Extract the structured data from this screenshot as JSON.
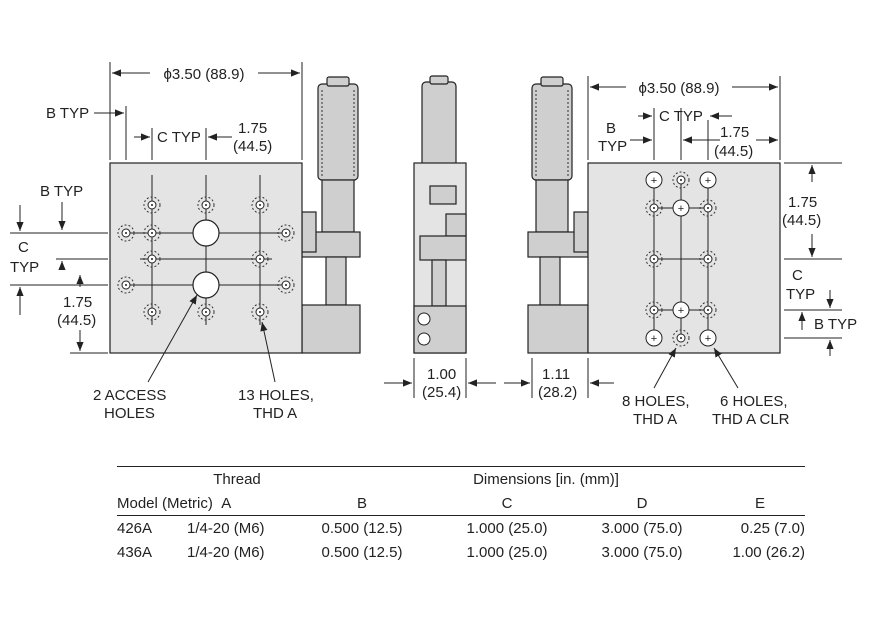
{
  "drawing": {
    "dim_dia_left": "ϕ3.50 (88.9)",
    "dim_dia_right": "ϕ3.50 (88.9)",
    "b_typ": "B TYP",
    "b": "B",
    "typ": "TYP",
    "c": "C",
    "c_typ": "C TYP",
    "dim_175_in": "1.75",
    "dim_175_mm": "(44.5)",
    "dim_100_in": "1.00",
    "dim_100_mm": "(25.4)",
    "dim_111_in": "1.11",
    "dim_111_mm": "(28.2)",
    "callout_access_1": "2 ACCESS",
    "callout_access_2": "HOLES",
    "callout_13_1": "13 HOLES,",
    "callout_13_2": "THD A",
    "callout_8_1": "8 HOLES,",
    "callout_8_2": "THD A",
    "callout_6_1": "6 HOLES,",
    "callout_6_2": "THD A CLR"
  },
  "table": {
    "thread_header": "Thread",
    "dimensions_header": "Dimensions [in. (mm)]",
    "col_model": "Model (Metric)",
    "col_a": "A",
    "col_b": "B",
    "col_c": "C",
    "col_d": "D",
    "col_e": "E",
    "rows": [
      {
        "model": "426A",
        "a": "1/4-20 (M6)",
        "b": "0.500 (12.5)",
        "c": "1.000 (25.0)",
        "d": "3.000 (75.0)",
        "e": "0.25 (7.0)"
      },
      {
        "model": "436A",
        "a": "1/4-20 (M6)",
        "b": "0.500 (12.5)",
        "c": "1.000 (25.0)",
        "d": "3.000 (75.0)",
        "e": "1.00 (26.2)"
      }
    ]
  }
}
